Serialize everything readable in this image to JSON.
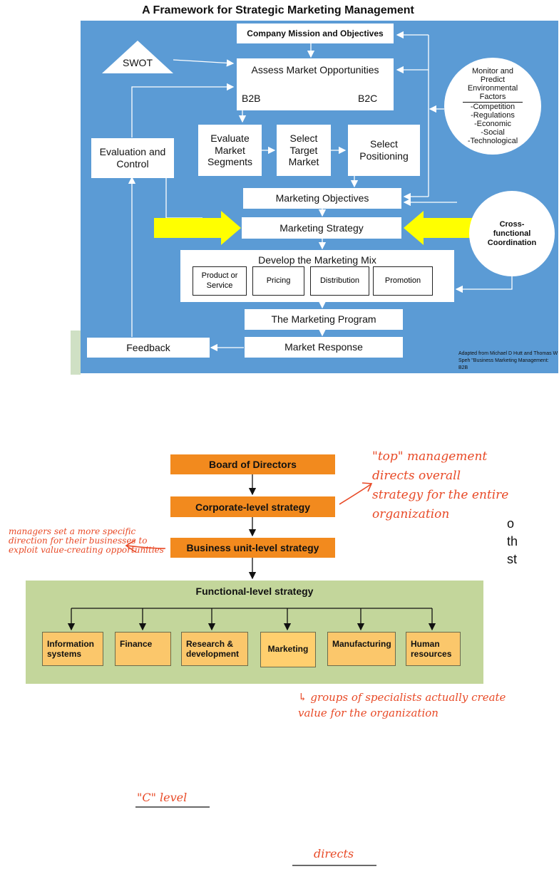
{
  "framework": {
    "title": "A Framework for Strategic Marketing Management",
    "swot": "SWOT",
    "mission": "Company Mission and Objectives",
    "assess": "Assess Market Opportunities",
    "b2b": "B2B",
    "b2c": "B2C",
    "evaluate_segments": "Evaluate Market Segments",
    "select_target": "Select Target Market",
    "select_positioning": "Select Positioning",
    "evaluation_control": "Evaluation and Control",
    "marketing_objectives": "Marketing Objectives",
    "marketing_strategy": "Marketing Strategy",
    "develop_mix": "Develop the Marketing Mix",
    "mix_items": [
      "Product or Service",
      "Pricing",
      "Distribution",
      "Promotion"
    ],
    "marketing_program": "The Marketing Program",
    "market_response": "Market Response",
    "feedback": "Feedback",
    "monitor": {
      "heading": "Monitor and Predict Environmental Factors",
      "items": [
        "-Competition",
        "-Regulations",
        "-Economic",
        "-Social",
        "-Technological"
      ]
    },
    "cross_functional": "Cross-functional Coordination",
    "credit": "Adapted from Michael D Hutt and Thomas W Speh \"Business Marketing Management: B2B"
  },
  "hierarchy": {
    "board": "Board of Directors",
    "corporate": "Corporate-level strategy",
    "business_unit": "Business unit-level strategy",
    "functional": "Functional-level strategy",
    "functions": [
      "Information systems",
      "Finance",
      "Research & development",
      "Marketing",
      "Manufacturing",
      "Human resources"
    ]
  },
  "notes": {
    "top_management": "\"top\" management directs overall strategy for the entire organization",
    "managers": "managers set a more specific direction for their businesses to exploit value-creating opportunities",
    "specialists": "↳ groups of specialists actually create value for the organization",
    "c_level": "\"C\" level",
    "directs": "directs",
    "cut_text": [
      "o",
      "th",
      "st"
    ]
  },
  "colors": {
    "panel_blue": "#5b9bd5",
    "arrow_yellow": "#ffff00",
    "orange": "#f28a1e",
    "green": "#c3d69b",
    "function_fill": "#fbc76b",
    "handwriting": "#e84a27"
  }
}
